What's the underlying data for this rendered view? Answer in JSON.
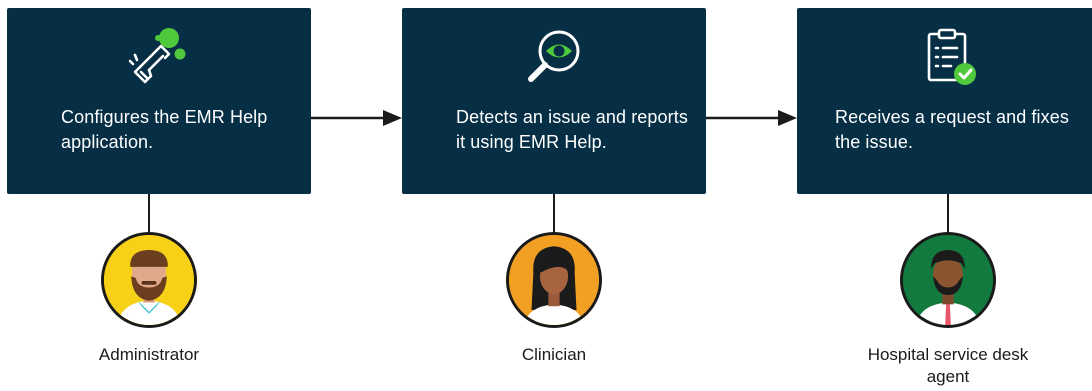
{
  "steps": [
    {
      "icon": "hand-click-icon",
      "text": "Configures the EMR Help application.",
      "role": "Administrator",
      "avatar_color": "#f7d117"
    },
    {
      "icon": "magnifier-eye-icon",
      "text": "Detects an issue and reports it using EMR Help.",
      "role": "Clinician",
      "avatar_color": "#f2a024"
    },
    {
      "icon": "clipboard-check-icon",
      "text": "Receives a request and fixes the issue.",
      "role": "Hospital service desk agent",
      "avatar_color": "#137a3f"
    }
  ],
  "colors": {
    "box_background": "#062f45",
    "accent_green": "#50c83c",
    "text_on_box": "#ffffff",
    "label_text": "#1a1a1a"
  }
}
